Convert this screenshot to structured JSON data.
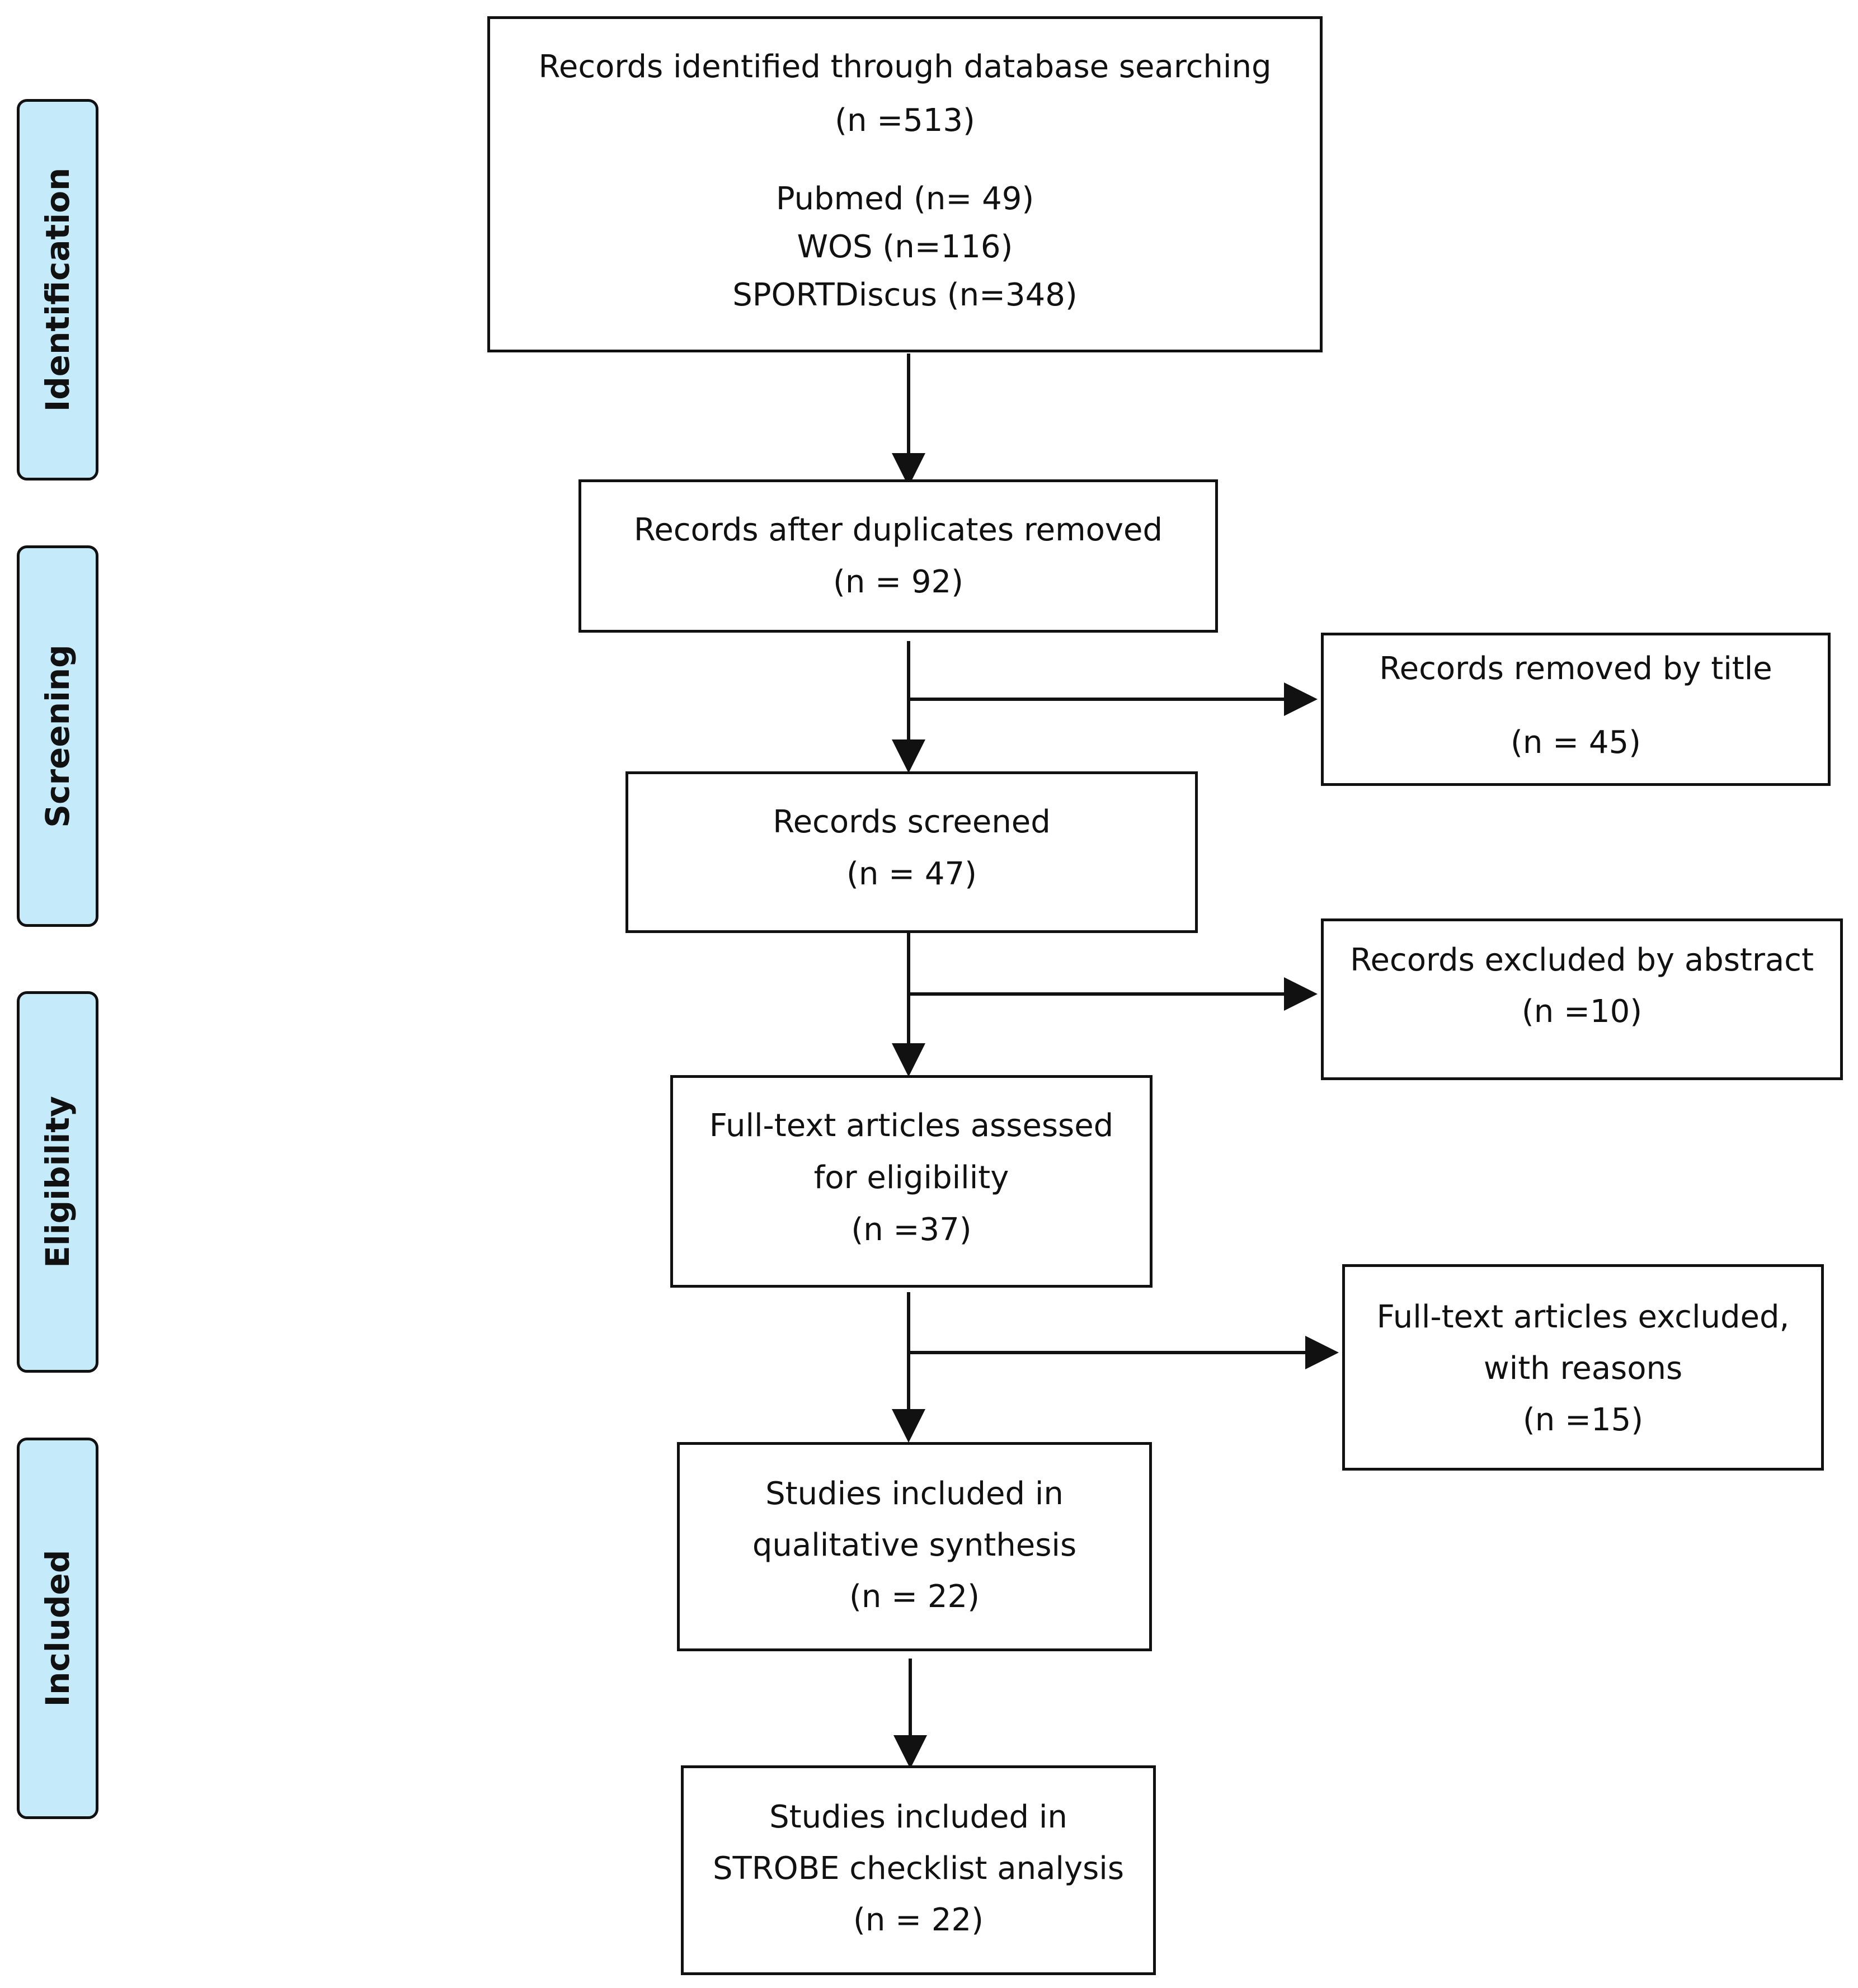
{
  "phases": {
    "identification": "Identification",
    "screening": "Screening",
    "eligibility": "Eligibility",
    "included": "Included"
  },
  "boxes": {
    "identified": {
      "title": "Records identified through database searching",
      "count": "(n =513)",
      "pubmed": "Pubmed (n= 49)",
      "wos": "WOS (n=116)",
      "sportdiscus": "SPORTDiscus (n=348)"
    },
    "after_duplicates": {
      "title": "Records after duplicates removed",
      "count": "(n = 92)"
    },
    "removed_by_title": {
      "title": "Records removed by title",
      "count": "(n = 45)"
    },
    "screened": {
      "title": "Records screened",
      "count": "(n = 47)"
    },
    "excluded_by_abstract": {
      "title": "Records excluded by abstract",
      "count": "(n =10)"
    },
    "fulltext_assessed": {
      "line1": "Full-text articles assessed",
      "line2": "for eligibility",
      "count": "(n =37)"
    },
    "fulltext_excluded": {
      "line1": "Full-text articles excluded,",
      "line2": "with reasons",
      "count": "(n =15)"
    },
    "qualitative": {
      "line1": "Studies included in",
      "line2": "qualitative synthesis",
      "count": "(n = 22)"
    },
    "strobe": {
      "line1": "Studies included in",
      "line2": "STROBE checklist analysis",
      "count": "(n = 22)"
    }
  }
}
